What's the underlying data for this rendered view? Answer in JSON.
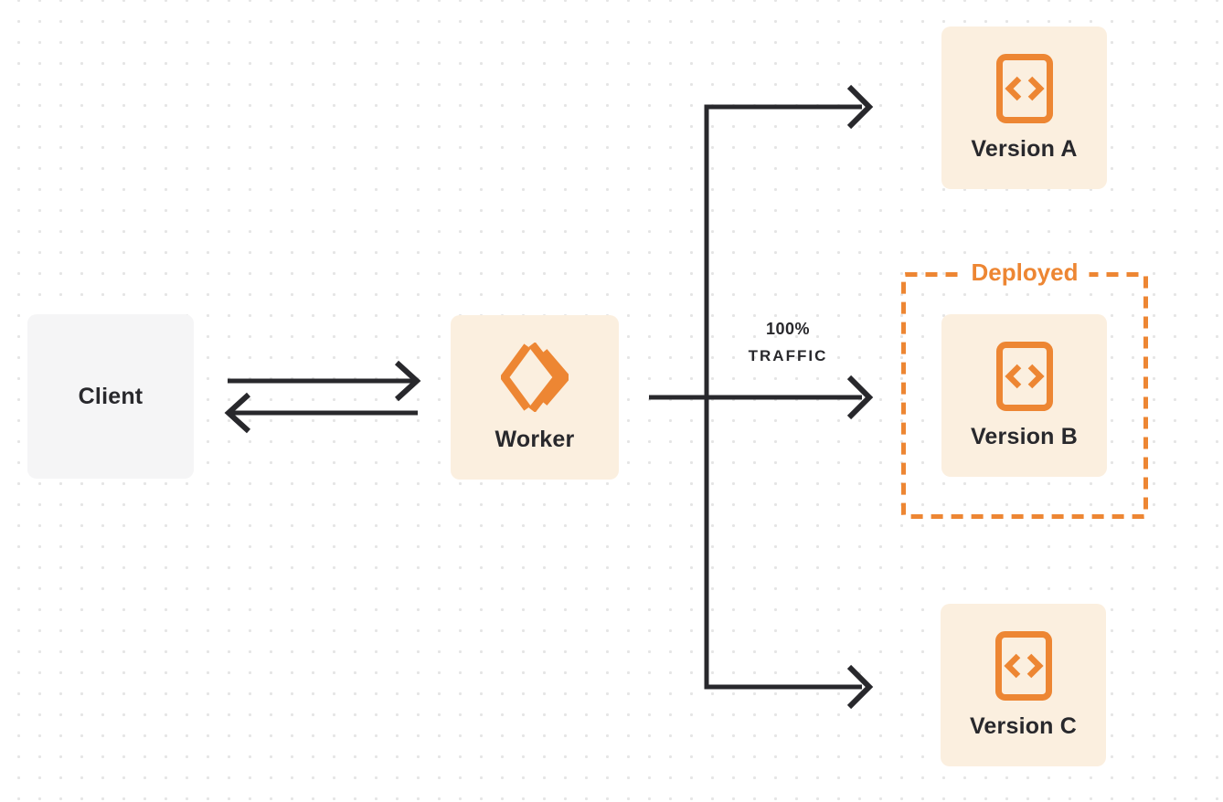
{
  "diagram_title": "worker-version-traffic-routing",
  "colors": {
    "orange": "#ED8633",
    "dark": "#28282C",
    "card_cream": "#FBEFDF",
    "card_gray": "#F5F5F6",
    "background": "#FFFFFF",
    "dot": "#E5E5E5"
  },
  "nodes": {
    "client": {
      "label": "Client"
    },
    "worker": {
      "label": "Worker",
      "icon": "cloudflare-workers-logo"
    },
    "version_a": {
      "label": "Version A",
      "icon": "code-file-icon"
    },
    "version_b": {
      "label": "Version B",
      "icon": "code-file-icon",
      "status": "Deployed"
    },
    "version_c": {
      "label": "Version C",
      "icon": "code-file-icon"
    }
  },
  "annotations": {
    "deployed": {
      "label": "Deployed"
    },
    "traffic": {
      "line1": "100%",
      "line2": "TRAFFIC"
    }
  },
  "edges": [
    {
      "from": "client",
      "to": "worker",
      "style": "arrow-right"
    },
    {
      "from": "worker",
      "to": "client",
      "style": "arrow-left"
    },
    {
      "from": "worker",
      "to": "version_a",
      "style": "elbow-arrow"
    },
    {
      "from": "worker",
      "to": "version_b",
      "style": "straight-arrow",
      "label": "100% TRAFFIC"
    },
    {
      "from": "worker",
      "to": "version_c",
      "style": "elbow-arrow"
    }
  ]
}
